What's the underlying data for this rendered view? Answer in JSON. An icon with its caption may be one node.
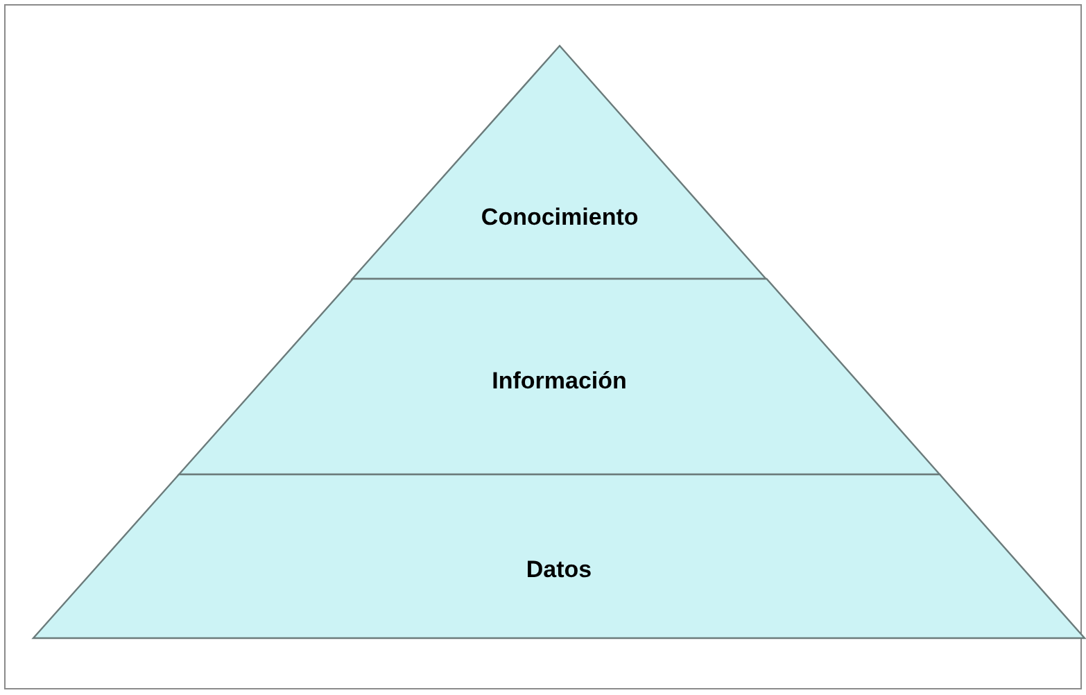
{
  "diagram": {
    "nodes": [
      {
        "text": [
          "Conocimiento"
        ]
      },
      {
        "text": [
          "Información"
        ]
      },
      {
        "text": [
          "Datos"
        ]
      }
    ]
  }
}
